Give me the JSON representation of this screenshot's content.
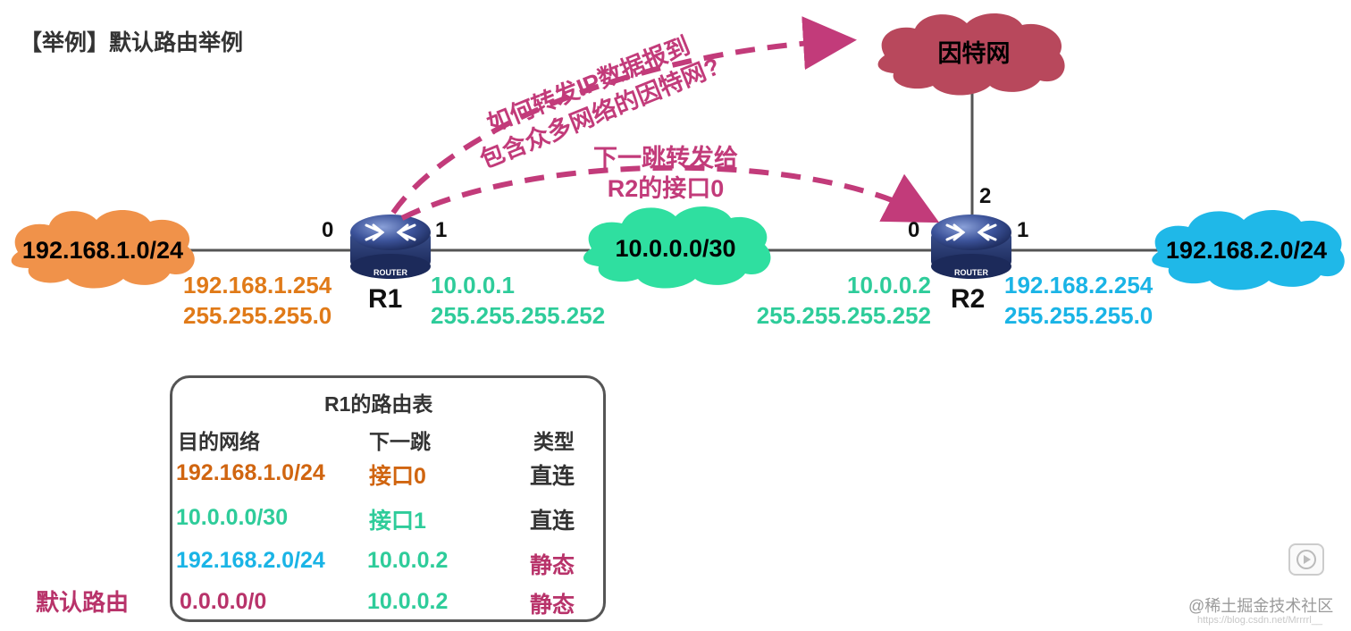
{
  "title": "【举例】默认路由举例",
  "networks": {
    "lan1": "192.168.1.0/24",
    "link": "10.0.0.0/30",
    "lan2": "192.168.2.0/24",
    "internet": "因特网"
  },
  "routers": {
    "r1": {
      "name": "R1",
      "badge": "ROUTER",
      "port0": "0",
      "port1": "1",
      "if0_ip": "192.168.1.254",
      "if0_mask": "255.255.255.0",
      "if1_ip": "10.0.0.1",
      "if1_mask": "255.255.255.252"
    },
    "r2": {
      "name": "R2",
      "badge": "ROUTER",
      "port0": "0",
      "port1": "1",
      "port2": "2",
      "if0_ip": "10.0.0.2",
      "if0_mask": "255.255.255.252",
      "if1_ip": "192.168.2.254",
      "if1_mask": "255.255.255.0"
    }
  },
  "annotations": {
    "question_line1": "如何转发IP数据报到",
    "question_line2": "包含众多网络的因特网?",
    "answer_line1": "下一跳转发给",
    "answer_line2": "R2的接口0"
  },
  "routing_table": {
    "title": "R1的路由表",
    "headers": {
      "dest": "目的网络",
      "next_hop": "下一跳",
      "type": "类型"
    },
    "rows": [
      {
        "dest": "192.168.1.0/24",
        "next_hop": "接口0",
        "type": "直连"
      },
      {
        "dest": "10.0.0.0/30",
        "next_hop": "接口1",
        "type": "直连"
      },
      {
        "dest": "192.168.2.0/24",
        "next_hop": "10.0.0.2",
        "type": "静态"
      },
      {
        "dest": "0.0.0.0/0",
        "next_hop": "10.0.0.2",
        "type": "静态"
      }
    ],
    "default_route_label": "默认路由"
  },
  "watermark": {
    "text": "@稀土掘金技术社区",
    "sub": "https://blog.csdn.net/Mrrrrl__"
  },
  "colors": {
    "lan1": "#f0924a",
    "link": "#2fdfa0",
    "lan2": "#1fb8e8",
    "internet": "#b8485c",
    "annotation": "#c23b7a",
    "router": "#3a4f8c"
  }
}
